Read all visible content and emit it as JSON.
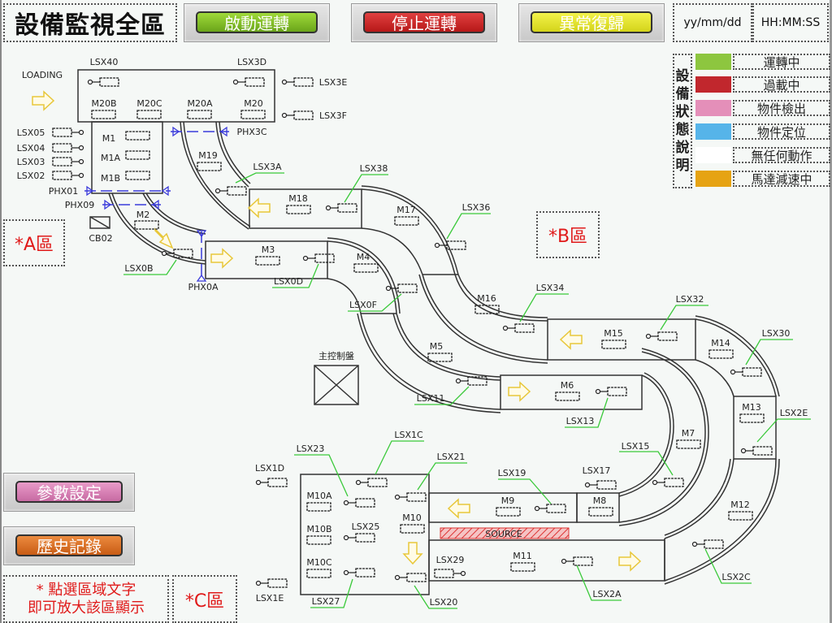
{
  "header": {
    "title": "設備監視全區",
    "buttons": {
      "start": "啟動運轉",
      "stop": "停止運轉",
      "reset": "異常復歸"
    },
    "date": "yy/mm/dd",
    "time": "HH:MM:SS"
  },
  "legend": {
    "title": "設備狀態說明",
    "items": [
      {
        "label": "運轉中",
        "color": "#8dc63f"
      },
      {
        "label": "過載中",
        "color": "#c1272d"
      },
      {
        "label": "物件檢出",
        "color": "#e48fb9"
      },
      {
        "label": "物件定位",
        "color": "#56b4e9"
      },
      {
        "label": "無任何動作",
        "color": "#ffffff"
      },
      {
        "label": "馬達減速中",
        "color": "#e6a313"
      }
    ]
  },
  "side_buttons": {
    "params": "參數設定",
    "history": "歷史記錄"
  },
  "zones": {
    "a": "*A區",
    "b": "*B區",
    "c": "*C區"
  },
  "hint": {
    "line1": "* 點選區域文字",
    "line2": "即可放大該區顯示"
  },
  "diagram": {
    "loading": "LOADING",
    "main_panel": "主控制盤",
    "source": "SOURCE",
    "cb": "CB02",
    "motors": {
      "M20B": "M20B",
      "M20C": "M20C",
      "M20A": "M20A",
      "M20": "M20",
      "M1": "M1",
      "M1A": "M1A",
      "M1B": "M1B",
      "M19": "M19",
      "M2": "M2",
      "M3": "M3",
      "M4": "M4",
      "M5": "M5",
      "M6": "M6",
      "M7": "M7",
      "M8": "M8",
      "M9": "M9",
      "M10": "M10",
      "M10A": "M10A",
      "M10B": "M10B",
      "M10C": "M10C",
      "M11": "M11",
      "M12": "M12",
      "M13": "M13",
      "M14": "M14",
      "M15": "M15",
      "M16": "M16",
      "M17": "M17",
      "M18": "M18"
    },
    "sensors": {
      "LSX40": "LSX40",
      "LSX3D": "LSX3D",
      "LSX3E": "LSX3E",
      "LSX3F": "LSX3F",
      "LSX05": "LSX05",
      "LSX04": "LSX04",
      "LSX03": "LSX03",
      "LSX02": "LSX02",
      "LSX3A": "LSX3A",
      "LSX38": "LSX38",
      "LSX36": "LSX36",
      "LSX34": "LSX34",
      "LSX32": "LSX32",
      "LSX30": "LSX30",
      "LSX2E": "LSX2E",
      "LSX2C": "LSX2C",
      "LSX2A": "LSX2A",
      "LSX0B": "LSX0B",
      "LSX0D": "LSX0D",
      "LSX0F": "LSX0F",
      "LSX11": "LSX11",
      "LSX13": "LSX13",
      "LSX15": "LSX15",
      "LSX17": "LSX17",
      "LSX19": "LSX19",
      "LSX1C": "LSX1C",
      "LSX1D": "LSX1D",
      "LSX1E": "LSX1E",
      "LSX21": "LSX21",
      "LSX23": "LSX23",
      "LSX25": "LSX25",
      "LSX27": "LSX27",
      "LSX29": "LSX29",
      "LSX20": "LSX20"
    },
    "photo_sensors": {
      "PHX01": "PHX01",
      "PHX09": "PHX09",
      "PHX0A": "PHX0A",
      "PHX3C": "PHX3C"
    }
  }
}
